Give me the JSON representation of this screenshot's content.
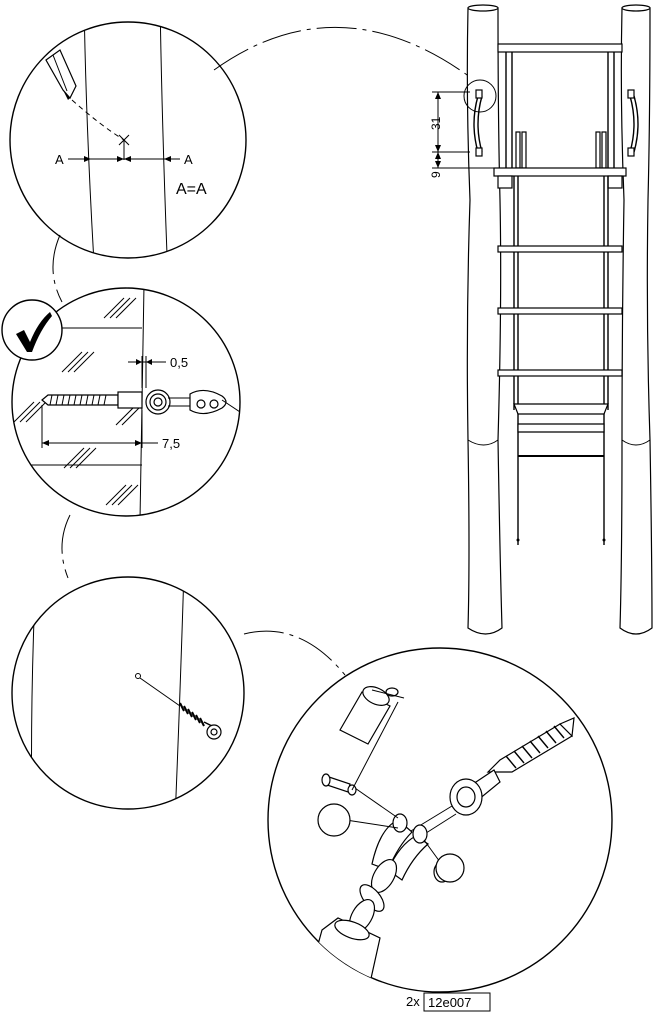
{
  "detail_mark": {
    "label_left": "A",
    "label_right": "A",
    "equation": "A=A"
  },
  "detail_distance": {
    "gap_value": "0,5",
    "length_value": "7,5",
    "check_icon": "checkmark-icon"
  },
  "overview": {
    "dim_top": "31",
    "dim_bottom": "9"
  },
  "part_reference": {
    "quantity": "2x",
    "code": "12e007"
  }
}
